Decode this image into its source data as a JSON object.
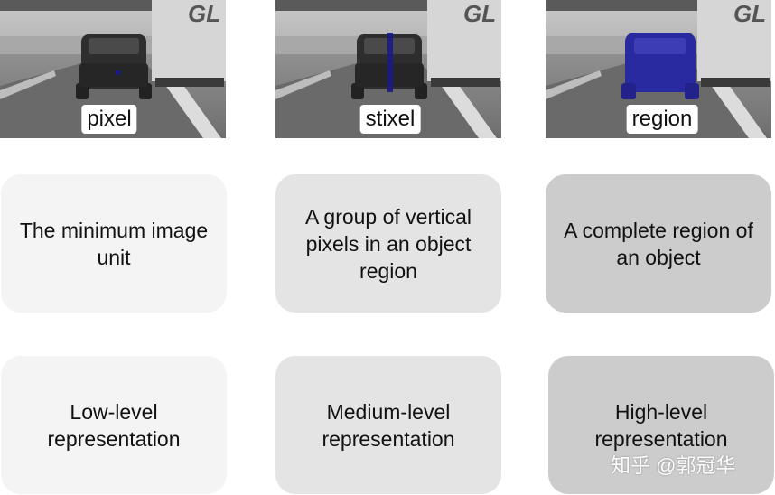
{
  "images": [
    {
      "label": "pixel",
      "truck_text": "GL",
      "highlight": "pixel"
    },
    {
      "label": "stixel",
      "truck_text": "GL",
      "highlight": "stixel"
    },
    {
      "label": "region",
      "truck_text": "GL",
      "highlight": "region"
    }
  ],
  "descriptions": [
    "The minimum image unit",
    "A group of vertical pixels in an object region",
    "A complete region of an object"
  ],
  "levels": [
    "Low-level representation",
    "Medium-level representation",
    "High-level representation"
  ],
  "watermark": "知乎 @郭冠华",
  "colors": {
    "highlight": "#1a1a8c",
    "card_low": "#f4f4f4",
    "card_medium": "#e4e4e4",
    "card_high": "#cccccc"
  }
}
